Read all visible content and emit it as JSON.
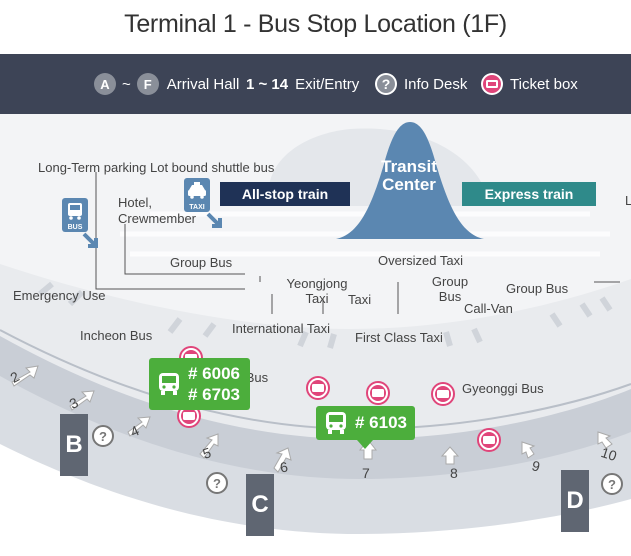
{
  "title": "Terminal 1 - Bus Stop Location (1F)",
  "legend": {
    "hall_start": "A",
    "tilde": "~",
    "hall_end": "F",
    "hall_label": "Arrival Hall",
    "exit_range": "1 ~ 14",
    "exit_label": "Exit/Entry",
    "info_label": "Info Desk",
    "ticket_label": "Ticket box"
  },
  "transit": {
    "center_line1": "Transit",
    "center_line2": "Center",
    "allstop": "All-stop train",
    "express": "Express train"
  },
  "labels": {
    "longterm": "Long-Term parking Lot bound shuttle bus",
    "hotel_line1": "Hotel,",
    "hotel_line2": "Crewmember",
    "group_bus_left": "Group Bus",
    "emergency": "Emergency Use",
    "yeongjong_line1": "Yeongjong",
    "yeongjong_line2": "Taxi",
    "taxi": "Taxi",
    "oversized_taxi": "Oversized Taxi",
    "group_bus_mid_line1": "Group",
    "group_bus_mid_line2": "Bus",
    "group_bus_right": "Group Bus",
    "callvan": "Call-Van",
    "international_taxi": "International Taxi",
    "first_class_taxi": "First Class Taxi",
    "incheon_bus": "Incheon Bus",
    "seoul_bus_partial": "ul Bus",
    "gyeonggi_bus": "Gyeonggi Bus",
    "right_edge_partial": "L"
  },
  "icons": {
    "bus_badge": "BUS",
    "taxi_badge": "TAXI"
  },
  "routes": {
    "box1_line1": "# 6006",
    "box1_line2": "# 6703",
    "box2": "# 6103"
  },
  "exits": [
    "2",
    "3",
    "4",
    "5",
    "6",
    "7",
    "8",
    "9",
    "10"
  ],
  "halls": [
    "B",
    "C",
    "D"
  ],
  "colors": {
    "legend_bg": "#3d4456",
    "allstop_train": "#1f3256",
    "express_train": "#2f8a8a",
    "route_green": "#4cae3c",
    "ticket_pink": "#e0457a",
    "hall_gray": "#5f6672",
    "ground": "#e9ebee",
    "curb": "#c9ced6"
  }
}
